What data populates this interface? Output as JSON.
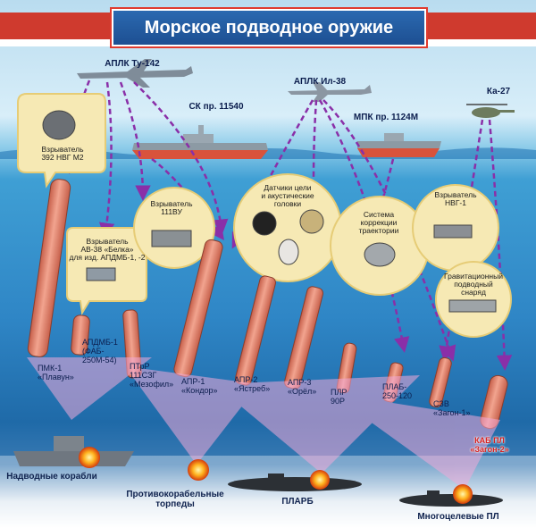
{
  "title": "Морское подводное оружие",
  "platforms": {
    "tu142": "АПЛК Ту-142",
    "il38": "АПЛК Ил-38",
    "ka27": "Ка-27",
    "sk11540": "СК пр. 11540",
    "mpk1124m": "МПК пр. 1124М"
  },
  "bubbles": {
    "fuze392": "Взрыватель\n392 НВГ М2",
    "fuzeAv38": "Взрыватель\nАВ-38 «Белка»\nдля изд. АПДМБ-1, -2",
    "fuze111vu": "Взрыватель\n111ВУ",
    "sensors": "Датчики цели\nи акустические\nголовки",
    "correction": "Система\nкоррекции\nтраектории",
    "fuzeNvg1": "Взрыватель\nНВГ-1",
    "gravity": "Гравитационный\nподводный\nснаряд"
  },
  "weapons": {
    "pmk1": "ПМК-1\n«Плавун»",
    "apdmb1": "АПДМБ-1\n(ФАБ-\n250М-54)",
    "ptrr": "ПТрР\n111СЗГ\n«Мезофил»",
    "apr1": "АПР-1\n«Кондор»",
    "apr2": "АПР-2\n«Ястреб»",
    "apr3": "АПР-3\n«Орёл»",
    "plr": "ПЛР\n90Р",
    "plab": "ПЛАБ-\n250-120",
    "szv": "СЗВ\n«Загон-1»",
    "kab": "КАБ ПЛ\n«Загон-2»"
  },
  "targets": {
    "surface": "Надводные корабли",
    "torpedoes": "Противокорабельные\nторпеды",
    "plarb": "ПЛАРБ",
    "multi": "Многоцелевые ПЛ"
  },
  "colors": {
    "weapon": "#e9937d",
    "arrow": "#8a2fa8",
    "titleBg": "#1d4f92",
    "redText": "#d62020"
  }
}
